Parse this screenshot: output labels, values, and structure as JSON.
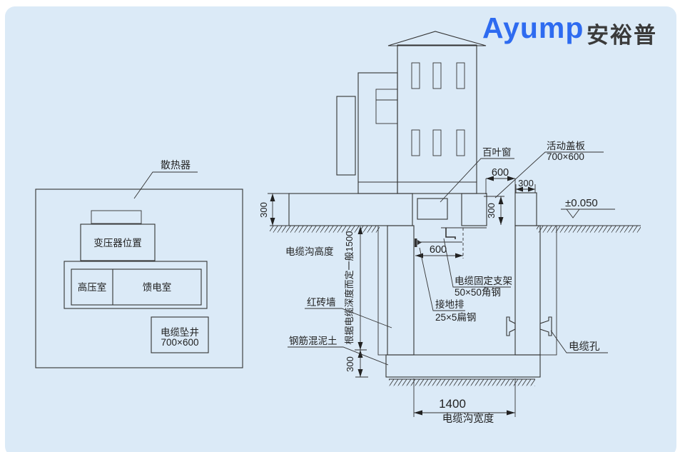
{
  "logo": {
    "brand": "Ayump",
    "brand_cn": "安裕普",
    "brand_color": "#2e6bf0"
  },
  "plan": {
    "radiator": "散热器",
    "transformer": "变压器位置",
    "hv_room": "高压室",
    "feeder_room": "馈电室",
    "cable_well1": "电缆坠井",
    "cable_well2": "700×600"
  },
  "section": {
    "louver": "百叶窗",
    "cover1": "活动盖板",
    "cover2": "700×600",
    "level": "±0.050",
    "trench_height_label": "电缆沟高度",
    "brick": "红砖墙",
    "concrete": "钢筋混泥土",
    "bracket1": "电缆固定支架",
    "bracket2": "50×50角钢",
    "ground1": "接地排",
    "ground2": "25×5扁钢",
    "cable_hole": "电缆孔",
    "trench_width_label": "电缆沟宽度"
  },
  "dims": {
    "slab_300": "300",
    "top_600": "600",
    "wall_300": "300",
    "opening_300": "300",
    "bracket_600": "600",
    "depth_note": "根据电缆深度而定一般1500",
    "bottom_300": "300",
    "width_1400": "1400"
  }
}
